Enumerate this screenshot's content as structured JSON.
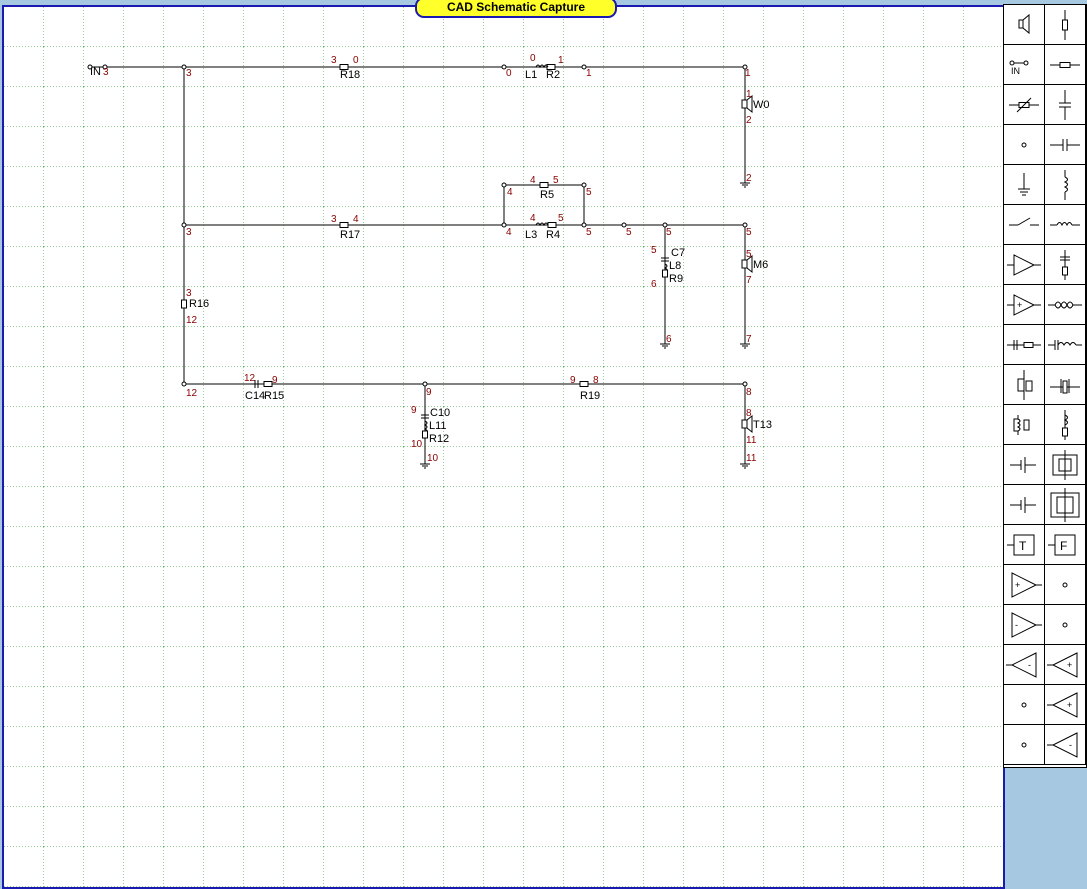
{
  "app": {
    "title": "CAD Schematic Capture"
  },
  "colors": {
    "grid": "#2e9e2e",
    "wire": "#000000",
    "node_label": "#8b0000",
    "title_bg": "#ffff2a",
    "frame": "#1a1ab0",
    "desktop": "#a6c8e0"
  },
  "labels": {
    "in": "IN",
    "w0": "W0",
    "r18": "R18",
    "l1": "L1",
    "r2": "R2",
    "r5": "R5",
    "r17": "R17",
    "l3": "L3",
    "r4": "R4",
    "c7": "C7",
    "l8": "L8",
    "r9": "R9",
    "m6": "M6",
    "r16": "R16",
    "c14": "C14",
    "r15": "R15",
    "r19": "R19",
    "c10": "C10",
    "l11": "L11",
    "r12": "R12",
    "t13": "T13"
  },
  "nodes": {
    "n0": "0",
    "n1": "1",
    "n2": "2",
    "n3": "3",
    "n4": "4",
    "n5": "5",
    "n6": "6",
    "n7": "7",
    "n8": "8",
    "n9": "9",
    "n10": "10",
    "n11": "11",
    "n12": "12"
  },
  "palette": [
    {
      "name": "speaker-icon"
    },
    {
      "name": "resistor-vertical-icon"
    },
    {
      "name": "input-port-icon"
    },
    {
      "name": "resistor-horizontal-icon"
    },
    {
      "name": "variable-resistor-icon"
    },
    {
      "name": "capacitor-vertical-icon"
    },
    {
      "name": "node-point-icon"
    },
    {
      "name": "capacitor-horizontal-icon"
    },
    {
      "name": "ground-icon"
    },
    {
      "name": "inductor-vertical-icon"
    },
    {
      "name": "switch-icon"
    },
    {
      "name": "inductor-horizontal-icon"
    },
    {
      "name": "amplifier-icon"
    },
    {
      "name": "capacitor-series-icon"
    },
    {
      "name": "amplifier-plus-icon"
    },
    {
      "name": "transformer-icon"
    },
    {
      "name": "cap-resistor-icon"
    },
    {
      "name": "cap-inductor-icon"
    },
    {
      "name": "crystal-vertical-icon"
    },
    {
      "name": "crystal-horizontal-icon"
    },
    {
      "name": "resonator-icon"
    },
    {
      "name": "inductor-cap-icon"
    },
    {
      "name": "battery-icon"
    },
    {
      "name": "filter-block-icon"
    },
    {
      "name": "dc-source-icon"
    },
    {
      "name": "coupled-block-icon"
    },
    {
      "name": "t-block-icon"
    },
    {
      "name": "f-block-icon"
    },
    {
      "name": "opamp-plus-icon"
    },
    {
      "name": "empty-slot-icon"
    },
    {
      "name": "opamp-minus-icon"
    },
    {
      "name": "empty-slot-icon"
    },
    {
      "name": "opamp-left-icon"
    },
    {
      "name": "opamp-left-plus-icon"
    },
    {
      "name": "empty-slot-icon"
    },
    {
      "name": "opamp-left-b-icon"
    },
    {
      "name": "empty-slot-icon"
    },
    {
      "name": "opamp-left-c-icon"
    }
  ]
}
